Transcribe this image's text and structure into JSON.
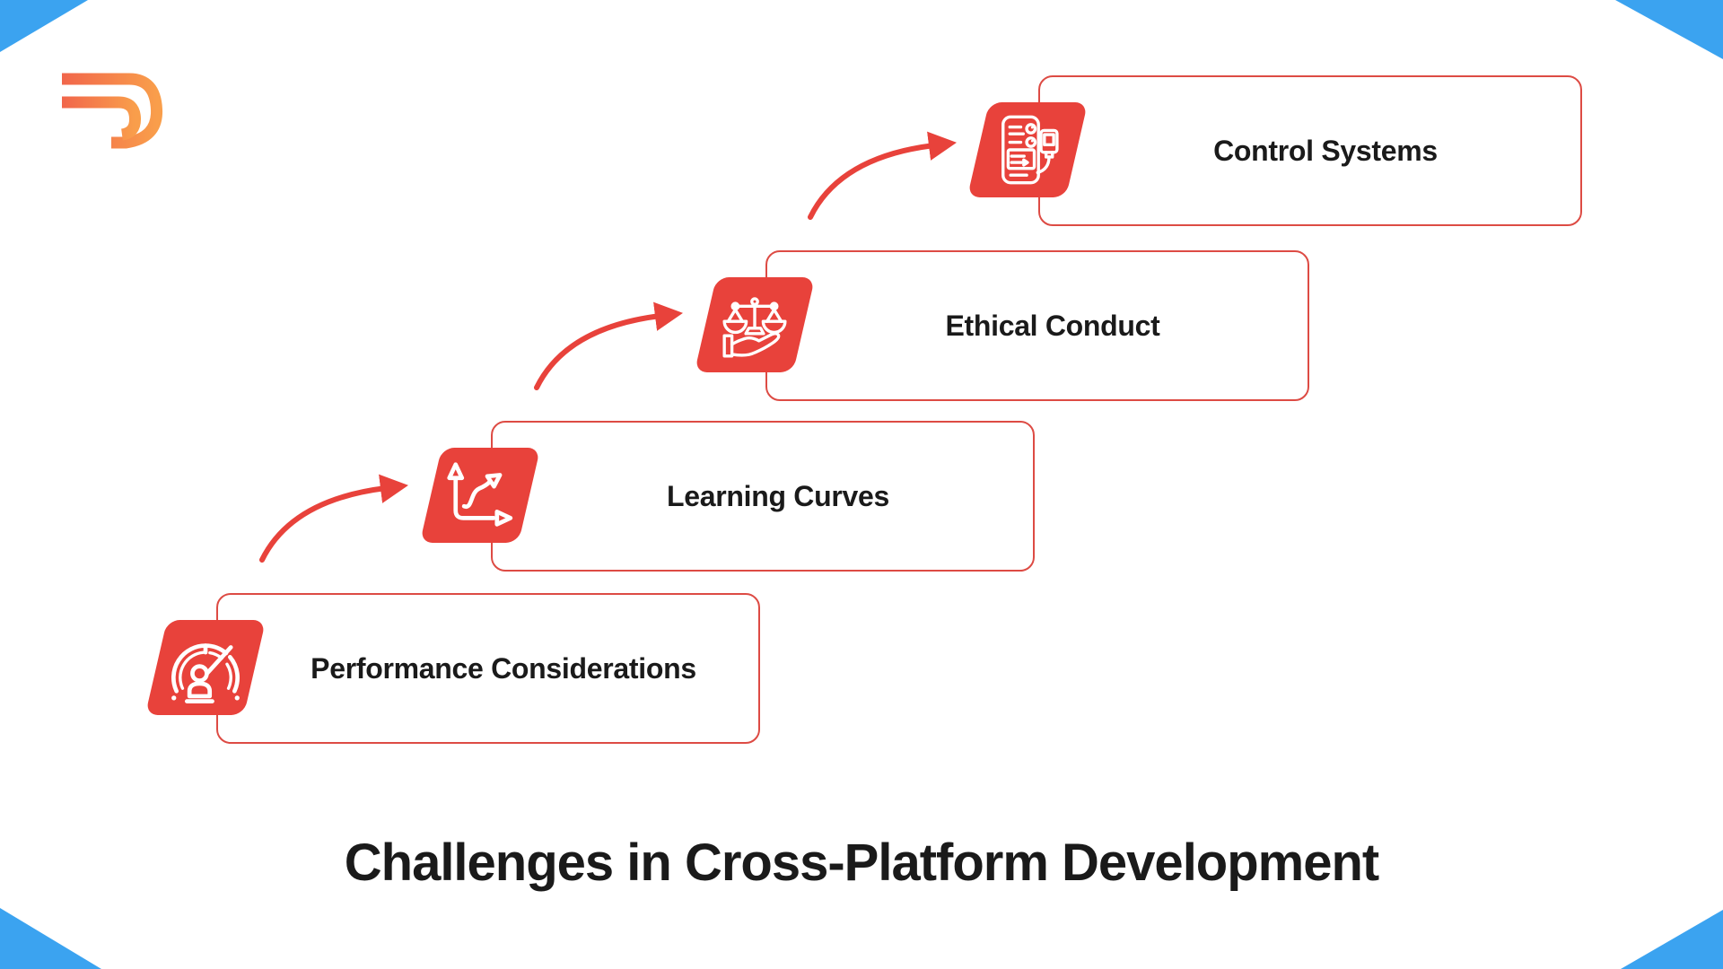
{
  "title": "Challenges in Cross-Platform Development",
  "logo": {
    "name": "TD monogram logo"
  },
  "steps": [
    {
      "label": "Performance Considerations",
      "icon": "performance-gauge-icon"
    },
    {
      "label": "Learning Curves",
      "icon": "learning-curve-icon"
    },
    {
      "label": "Ethical Conduct",
      "icon": "scales-hand-icon"
    },
    {
      "label": "Control Systems",
      "icon": "control-panel-icon"
    }
  ],
  "colors": {
    "accent_red": "#E8423B",
    "box_border": "#DD4B44",
    "corner_blue": "#3BA3F0",
    "text_ink": "#1A1A1A",
    "logo_grad_start": "#F1664B",
    "logo_grad_end": "#F99E4B",
    "icon_art": "#FFFFFF",
    "background": "#FFFFFF"
  }
}
